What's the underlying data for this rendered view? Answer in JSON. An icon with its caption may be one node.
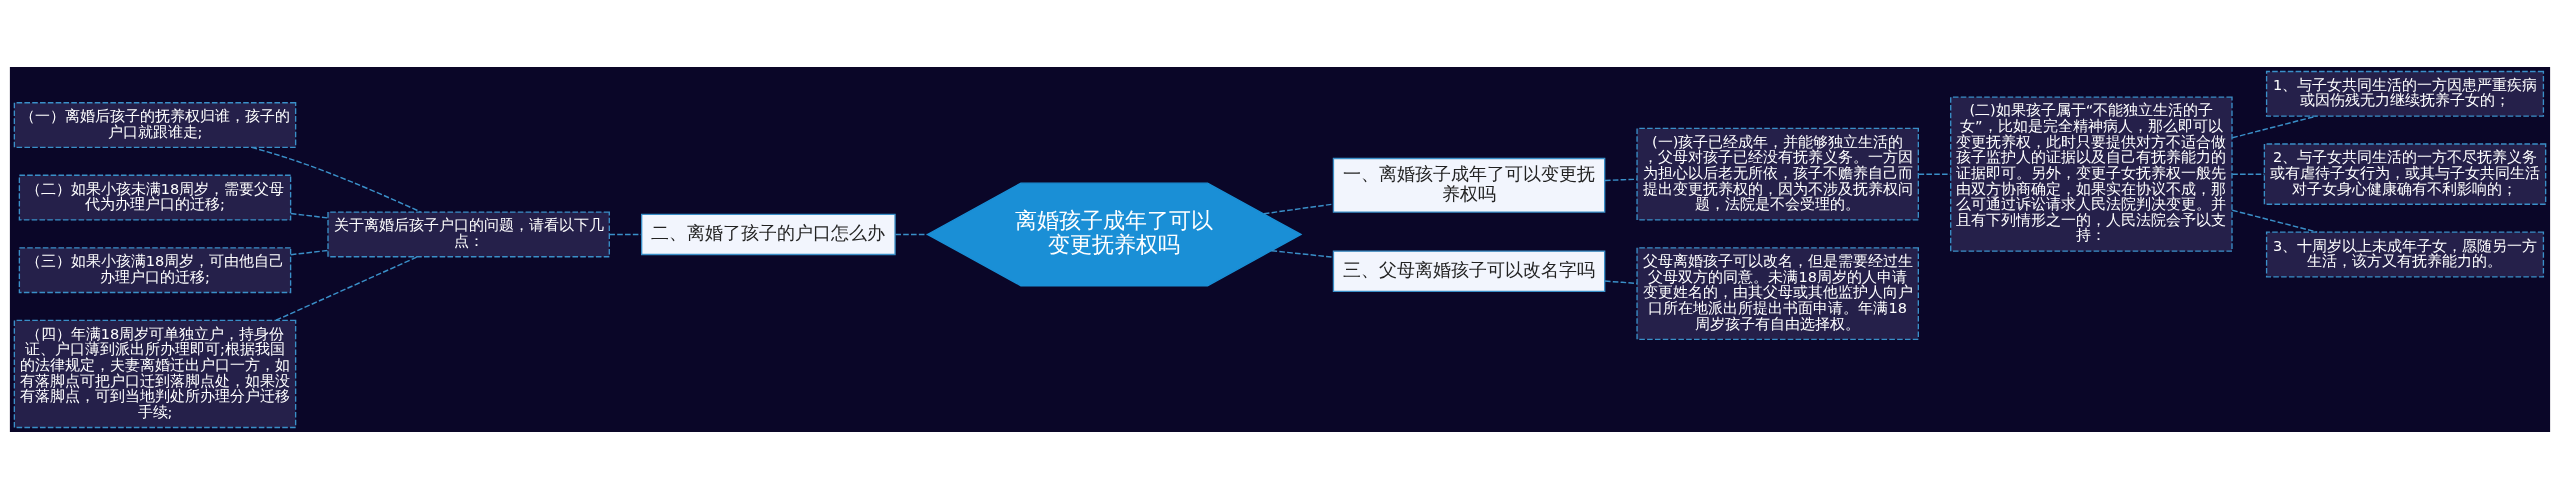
{
  "diagram": {
    "nodes": [
      {
        "text": [
          "离婚孩子成年了可以变更抚养权吗"
        ]
      },
      {
        "text": [
          "一、离婚孩子成年了可以变更抚养权吗"
        ]
      },
      {
        "text": [
          "(一)孩子已经成年，并能够独立生活的，父母对孩子已经没有抚养义务。一方因为担心以后老无所依，孩子不赡养自己而提出变更抚养权的，因为不涉及抚养权问题，法院是不会受理的。"
        ]
      },
      {
        "text": [
          "(二)如果孩子属于“不能独立生活的子女”，比如是完全精神病人，那么即可以变更抚养权，此时只要提供对方不适合做孩子监护人的证据以及自己有抚养能力的证据即可。另外，变更子女抚养权一般先由双方协商确定，如果实在协议不成，那么可通过诉讼请求人民法院判决变更。并且有下列情形之一的，人民法院会予以支持："
        ]
      },
      {
        "text": [
          "1、与子女共同生活的一方因患严重疾病或因伤残无力继续抚养子女的；"
        ]
      },
      {
        "text": [
          "2、与子女共同生活的一方不尽抚养义务或有虐待子女行为，或其与子女共同生活对子女身心健康确有不利影响的；"
        ]
      },
      {
        "text": [
          "3、十周岁以上未成年子女，愿随另一方生活，该方又有抚养能力的。"
        ]
      },
      {
        "text": [
          "二、离婚了孩子的户口怎么办"
        ]
      },
      {
        "text": [
          "关于离婚后孩子户口的问题，请看以下几点："
        ]
      },
      {
        "text": [
          "（一）离婚后孩子的抚养权归谁，孩子的户口就跟谁走;"
        ]
      },
      {
        "text": [
          "（二）如果小孩未满18周岁，需要父母代为办理户口的迁移;"
        ]
      },
      {
        "text": [
          "（三）如果小孩满18周岁，可由他自己办理户口的迁移;"
        ]
      },
      {
        "text": [
          "（四）年满18周岁可单独立户，持身份证、户口薄到派出所办理即可;根据我国的法律规定，夫妻离婚迁出户口一方，如有落脚点可把户口迁到落脚点处，如果没有落脚点，可到当地判处所办理分户迁移手续;"
        ]
      },
      {
        "text": [
          "三、父母离婚孩子可以改名字吗"
        ]
      },
      {
        "text": [
          "父母离婚孩子可以改名，但是需要经过生父母双方的同意。未满18周岁的人申请变更姓名的，由其父母或其他监护人向户口所在地派出所提出书面申请。年满18周岁孩子有自由选择权。"
        ]
      }
    ],
    "edges": [
      {
        "from": 9,
        "to": 8,
        "arrow": "none"
      },
      {
        "from": 10,
        "to": 8,
        "arrow": "none"
      },
      {
        "from": 11,
        "to": 8,
        "arrow": "none"
      },
      {
        "from": 12,
        "to": 8,
        "arrow": "none"
      },
      {
        "from": 8,
        "to": 7,
        "arrow": "none"
      },
      {
        "from": 7,
        "to": 0,
        "arrow": "none"
      },
      {
        "from": 0,
        "to": 1,
        "arrow": "none"
      },
      {
        "from": 0,
        "to": 13,
        "arrow": "none"
      },
      {
        "from": 1,
        "to": 2,
        "arrow": "none"
      },
      {
        "from": 2,
        "to": 3,
        "arrow": "none"
      },
      {
        "from": 3,
        "to": 4,
        "arrow": "none"
      },
      {
        "from": 3,
        "to": 5,
        "arrow": "none"
      },
      {
        "from": 3,
        "to": 6,
        "arrow": "none"
      },
      {
        "from": 13,
        "to": 14,
        "arrow": "none"
      }
    ]
  }
}
